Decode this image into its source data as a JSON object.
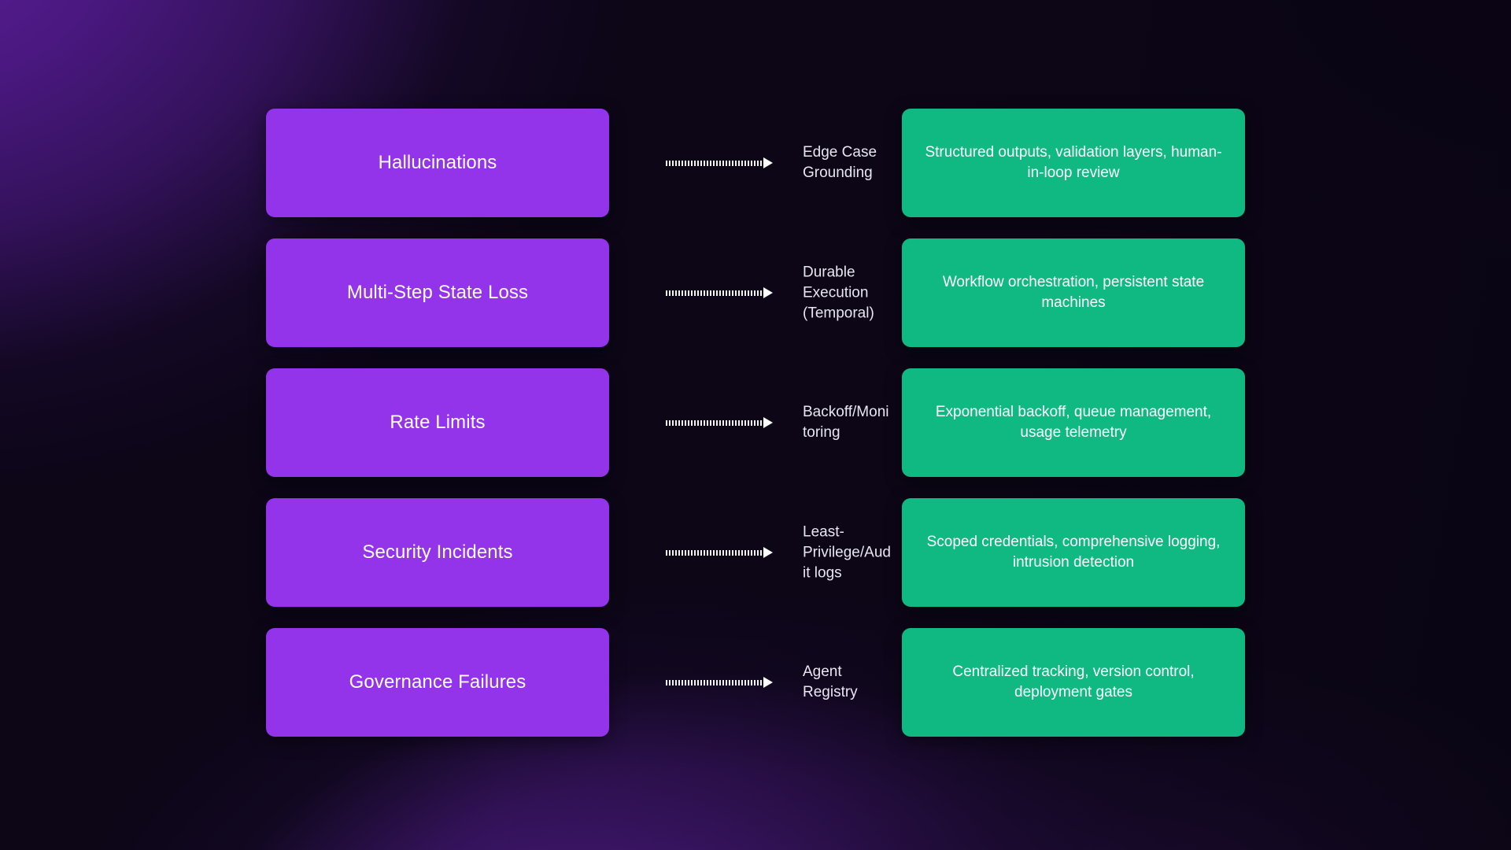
{
  "theme": {
    "background_dark": "#0c0617",
    "background_purple_glow": "#4a1880",
    "problem_color": "#9333ea",
    "solution_color": "#10b981",
    "text_color": "#ffffff",
    "connector_label_color": "#e9e6f2"
  },
  "diagram": {
    "type": "flow-mapping",
    "rows": [
      {
        "problem": "Hallucinations",
        "connector": "Edge Case Grounding",
        "solution": "Structured outputs, validation layers, human-in-loop review",
        "arrow": "dashed-arrow-right-icon"
      },
      {
        "problem": "Multi-Step State Loss",
        "connector": "Durable Execution (Temporal)",
        "solution": "Workflow orchestration, persistent state machines",
        "arrow": "dashed-arrow-right-icon"
      },
      {
        "problem": "Rate Limits",
        "connector": "Backoff/Monitoring",
        "solution": "Exponential backoff, queue management, usage telemetry",
        "arrow": "dashed-arrow-right-icon"
      },
      {
        "problem": "Security Incidents",
        "connector": "Least-Privilege/Audit logs",
        "solution": "Scoped credentials, comprehensive logging, intrusion detection",
        "arrow": "dashed-arrow-right-icon"
      },
      {
        "problem": "Governance Failures",
        "connector": "Agent Registry",
        "solution": "Centralized tracking, version control, deployment gates",
        "arrow": "dashed-arrow-right-icon"
      }
    ]
  }
}
